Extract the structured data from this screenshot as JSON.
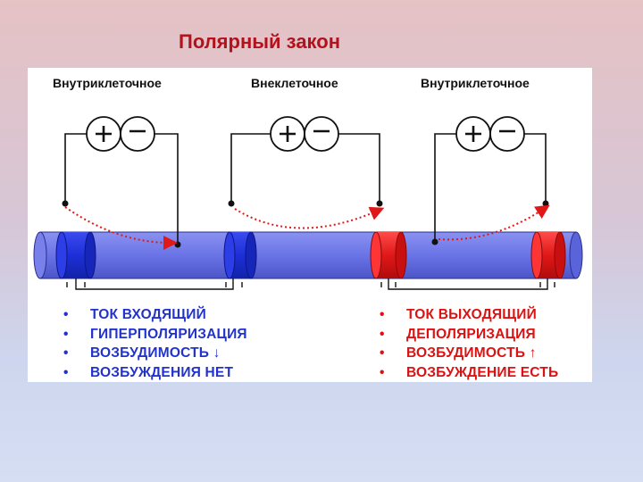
{
  "title": "Полярный закон",
  "diagram": {
    "region_labels": [
      "Внутриклеточное",
      "Внеклеточное",
      "Внутриклеточное"
    ],
    "battery_signs": {
      "plus": "+",
      "minus": "−"
    },
    "left_effects": {
      "bullet": "•",
      "items": [
        "ТОК ВХОДЯЩИЙ",
        "ГИПЕРПОЛЯРИЗАЦИЯ",
        "ВОЗБУДИМОСТЬ ↓",
        "ВОЗБУЖДЕНИЯ  НЕТ"
      ]
    },
    "right_effects": {
      "bullet": "•",
      "items": [
        "ТОК ВЫХОДЯЩИЙ",
        "ДЕПОЛЯРИЗАЦИЯ",
        "ВОЗБУДИМОСТЬ ↑",
        "ВОЗБУЖДЕНИЕ ЕСТЬ"
      ]
    },
    "colors": {
      "title": "#b3121c",
      "axon": "#6a74e6",
      "hyperpolarized_band": "#1d2fd6",
      "depolarized_band": "#e01818",
      "current_arrow": "#e01818",
      "blue_text": "#2233cc",
      "red_text": "#dd1111"
    }
  }
}
